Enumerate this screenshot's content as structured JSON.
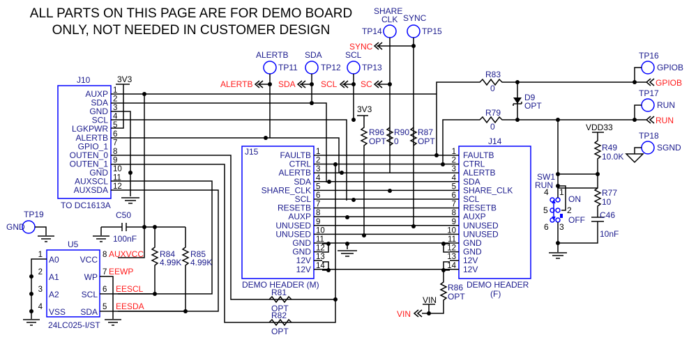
{
  "title": {
    "line1": "ALL PARTS ON THIS PAGE ARE FOR DEMO BOARD",
    "line2": "ONLY, NOT NEEDED IN CUSTOMER DESIGN"
  },
  "colors": {
    "wire": "#000000",
    "component_outline": "#0000ff",
    "component_label": "#1a1a8c",
    "net_label": "#ff1a1a"
  },
  "j10": {
    "ref": "J10",
    "caption": "TO  DC1613A",
    "supply": "3V3",
    "pins": [
      {
        "num": "1",
        "name": "AUXP"
      },
      {
        "num": "2",
        "name": "SDA"
      },
      {
        "num": "3",
        "name": "GND"
      },
      {
        "num": "4",
        "name": "SCL"
      },
      {
        "num": "5",
        "name": "LGKPWR"
      },
      {
        "num": "6",
        "name": "ALERTB"
      },
      {
        "num": "7",
        "name": "GPIO_1"
      },
      {
        "num": "8",
        "name": "OUTEN_0"
      },
      {
        "num": "9",
        "name": "OUTEN_1"
      },
      {
        "num": "10",
        "name": "GND"
      },
      {
        "num": "11",
        "name": "AUXSCL"
      },
      {
        "num": "12",
        "name": "AUXSDA"
      }
    ]
  },
  "j15": {
    "ref": "J15",
    "caption": "DEMO HEADER (M)",
    "pins": [
      {
        "num": "1",
        "name": "FAULTB"
      },
      {
        "num": "2",
        "name": "CTRL"
      },
      {
        "num": "3",
        "name": "ALERTB"
      },
      {
        "num": "4",
        "name": "SDA"
      },
      {
        "num": "5",
        "name": "SHARE_CLK"
      },
      {
        "num": "6",
        "name": "SCL"
      },
      {
        "num": "7",
        "name": "RESETB"
      },
      {
        "num": "8",
        "name": "AUXP"
      },
      {
        "num": "9",
        "name": "UNUSED"
      },
      {
        "num": "10",
        "name": "UNUSED"
      },
      {
        "num": "11",
        "name": "GND"
      },
      {
        "num": "12",
        "name": "GND"
      },
      {
        "num": "13",
        "name": "12V"
      },
      {
        "num": "14",
        "name": "12V"
      }
    ]
  },
  "j14": {
    "ref": "J14",
    "caption_line1": "DEMO HEADER",
    "caption_line2": "(F)",
    "pins": [
      {
        "num": "1",
        "name": "FAULTB"
      },
      {
        "num": "2",
        "name": "CTRL"
      },
      {
        "num": "3",
        "name": "ALERTB"
      },
      {
        "num": "4",
        "name": "SDA"
      },
      {
        "num": "5",
        "name": "SHARE_CLK"
      },
      {
        "num": "6",
        "name": "SCL"
      },
      {
        "num": "7",
        "name": "RESETB"
      },
      {
        "num": "8",
        "name": "AUXP"
      },
      {
        "num": "9",
        "name": "UNUSED"
      },
      {
        "num": "10",
        "name": "UNUSED"
      },
      {
        "num": "11",
        "name": "GND"
      },
      {
        "num": "12",
        "name": "GND"
      },
      {
        "num": "13",
        "name": "12V"
      },
      {
        "num": "14",
        "name": "12V"
      }
    ]
  },
  "u5": {
    "ref": "U5",
    "part": "24LC025-I/ST",
    "left_pins": [
      {
        "num": "1",
        "name": "A0"
      },
      {
        "num": "2",
        "name": "A1"
      },
      {
        "num": "3",
        "name": "A2"
      },
      {
        "num": "4",
        "name": "VSS"
      }
    ],
    "right_pins": [
      {
        "num": "8",
        "name": "VCC",
        "net": "AUXVCC"
      },
      {
        "num": "7",
        "name": "WP",
        "net": "EEWP"
      },
      {
        "num": "6",
        "name": "SCL",
        "net": "EESCL"
      },
      {
        "num": "5",
        "name": "SDA",
        "net": "EESDA"
      }
    ]
  },
  "test_points": [
    {
      "ref": "TP11",
      "label": "ALERTB"
    },
    {
      "ref": "TP12",
      "label": "SDA"
    },
    {
      "ref": "TP13",
      "label": "SCL"
    },
    {
      "ref": "TP14",
      "label_line1": "SHARE",
      "label_line2": "CLK"
    },
    {
      "ref": "TP15",
      "label": "SYNC"
    },
    {
      "ref": "TP16",
      "label": "GPIOB"
    },
    {
      "ref": "TP17",
      "label": "RUN"
    },
    {
      "ref": "TP18",
      "label": "SGND"
    },
    {
      "ref": "TP19",
      "label": "GND"
    }
  ],
  "net_labels": {
    "alertb": "ALERTB",
    "sda": "SDA",
    "scl": "SCL",
    "sc": "SC",
    "sync": "SYNC",
    "gpiob": "GPIOB",
    "run": "RUN",
    "vin": "VIN"
  },
  "power_labels": {
    "v3v3": "3V3",
    "vdd33": "VDD33",
    "vin": "VIN"
  },
  "resistors": [
    {
      "ref": "R96",
      "value": "OPT"
    },
    {
      "ref": "R90",
      "value": "0"
    },
    {
      "ref": "R87",
      "value": "OPT"
    },
    {
      "ref": "R83",
      "value": "0"
    },
    {
      "ref": "R79",
      "value": "0"
    },
    {
      "ref": "R49",
      "value": "10.0K"
    },
    {
      "ref": "R77",
      "value": "10"
    },
    {
      "ref": "R84",
      "value": "4.99K"
    },
    {
      "ref": "R85",
      "value": "4.99K"
    },
    {
      "ref": "R81",
      "value": "OPT"
    },
    {
      "ref": "R82",
      "value": "OPT"
    },
    {
      "ref": "R86",
      "value": "OPT"
    }
  ],
  "capacitors": [
    {
      "ref": "C50",
      "value": "100nF"
    },
    {
      "ref": "C46",
      "value": "10nF"
    }
  ],
  "diode": {
    "ref": "D9",
    "value": "OPT"
  },
  "switch": {
    "ref": "SW1",
    "name": "RUN",
    "pins": [
      "1",
      "2",
      "3",
      "4",
      "5",
      "6"
    ],
    "on_label": "ON",
    "off_label": "OFF"
  }
}
